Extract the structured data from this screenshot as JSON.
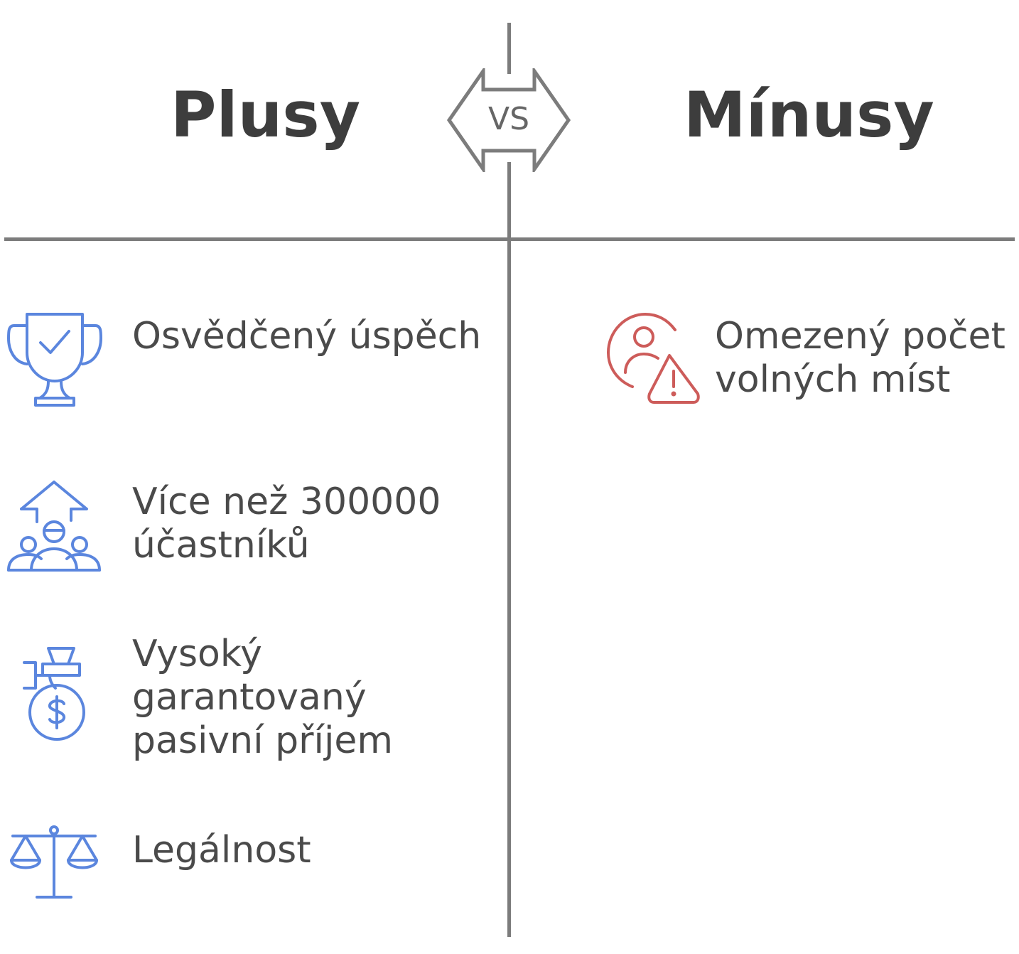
{
  "headings": {
    "left": "Plusy",
    "right": "Mínusy",
    "vs": "VS"
  },
  "pros": [
    {
      "lines": [
        "Osvědčený úspěch"
      ],
      "icon": "trophy-check-icon"
    },
    {
      "lines": [
        "Více než 300000",
        "účastníků"
      ],
      "icon": "people-growth-icon"
    },
    {
      "lines": [
        "Vysoký",
        "garantovaný",
        "pasivní příjem"
      ],
      "icon": "money-bag-icon"
    },
    {
      "lines": [
        "Legálnost"
      ],
      "icon": "scales-icon"
    }
  ],
  "cons": [
    {
      "lines": [
        "Omezený počet",
        "volných míst"
      ],
      "icon": "user-warning-icon"
    }
  ],
  "colors": {
    "pros_icon": "#5b86de",
    "cons_icon": "#cd5c5a",
    "divider": "#7c7c7c",
    "heading": "#3d3d3d",
    "text": "#4a4a4a"
  }
}
